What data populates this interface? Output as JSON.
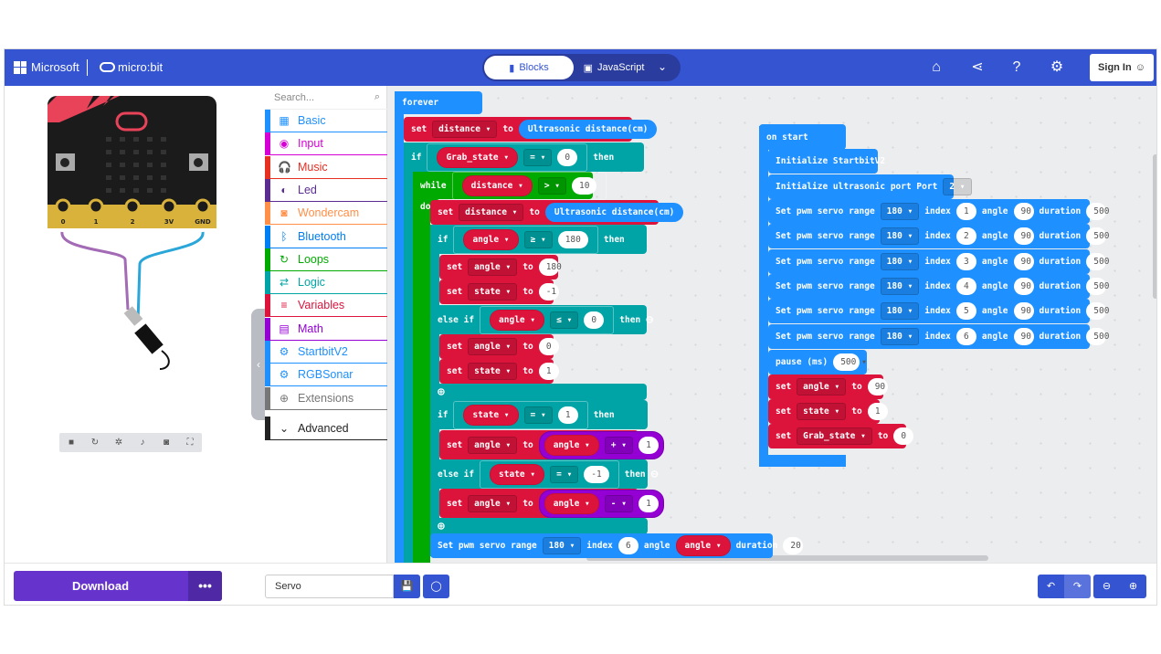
{
  "header": {
    "microsoft": "Microsoft",
    "microbit": "micro:bit",
    "tab_blocks": "Blocks",
    "tab_js": "JavaScript",
    "sign_in": "Sign In"
  },
  "simulator": {
    "pins": [
      "0",
      "1",
      "2",
      "3V",
      "GND"
    ],
    "button_a": "A",
    "button_b": "B"
  },
  "toolbox": {
    "search_placeholder": "Search...",
    "categories": [
      {
        "label": "Basic",
        "color": "#1e90ff",
        "icon": "▦"
      },
      {
        "label": "Input",
        "color": "#d400d4",
        "icon": "◉"
      },
      {
        "label": "Music",
        "color": "#e63022",
        "icon": "🎧"
      },
      {
        "label": "Led",
        "color": "#5c2d91",
        "icon": "◐"
      },
      {
        "label": "Wondercam",
        "color": "#ff8f49",
        "icon": "◙"
      },
      {
        "label": "Bluetooth",
        "color": "#007ef4",
        "icon": "ᛒ"
      },
      {
        "label": "Loops",
        "color": "#00aa00",
        "icon": "↻"
      },
      {
        "label": "Logic",
        "color": "#00a4a6",
        "icon": "⇄"
      },
      {
        "label": "Variables",
        "color": "#dc143c",
        "icon": "≡"
      },
      {
        "label": "Math",
        "color": "#9400d3",
        "icon": "▤"
      },
      {
        "label": "StartbitV2",
        "color": "#1e90ff",
        "icon": "⚙"
      },
      {
        "label": "RGBSonar",
        "color": "#1e90ff",
        "icon": "⚙"
      },
      {
        "label": "Extensions",
        "color": "#777777",
        "icon": "⊕"
      }
    ],
    "advanced": "Advanced"
  },
  "blocks": [
    [
      {
        "k": "forever"
      }
    ],
    [
      {
        "k": "set"
      },
      {
        "d": "distance"
      },
      {
        "k": "to"
      },
      {
        "r": "Ultrasonic distance(cm)"
      }
    ],
    [
      {
        "k": "if"
      },
      {
        "c": [
          {
            "v": "Grab_state"
          },
          {
            "o": "="
          },
          {
            "n": "0"
          }
        ]
      },
      {
        "k": "then"
      }
    ],
    [
      {
        "k": "while"
      },
      {
        "c": [
          {
            "v": "distance"
          },
          {
            "o": ">"
          },
          {
            "n": "10"
          }
        ]
      }
    ],
    [
      {
        "k": "do"
      }
    ],
    [
      {
        "k": "set"
      },
      {
        "d": "distance"
      },
      {
        "k": "to"
      },
      {
        "r": "Ultrasonic distance(cm)"
      }
    ],
    [
      {
        "k": "if"
      },
      {
        "c": [
          {
            "v": "angle"
          },
          {
            "o": "≥"
          },
          {
            "n": "180"
          }
        ]
      },
      {
        "k": "then"
      }
    ],
    [
      {
        "k": "set"
      },
      {
        "d": "angle"
      },
      {
        "k": "to"
      },
      {
        "n": "180"
      }
    ],
    [
      {
        "k": "set"
      },
      {
        "d": "state"
      },
      {
        "k": "to"
      },
      {
        "n": "-1"
      }
    ],
    [
      {
        "k": "else if"
      },
      {
        "c": [
          {
            "v": "angle"
          },
          {
            "o": "≤"
          },
          {
            "n": "0"
          }
        ]
      },
      {
        "k": "then"
      },
      {
        "p": "⊖"
      }
    ],
    [
      {
        "k": "set"
      },
      {
        "d": "angle"
      },
      {
        "k": "to"
      },
      {
        "n": "0"
      }
    ],
    [
      {
        "k": "set"
      },
      {
        "d": "state"
      },
      {
        "k": "to"
      },
      {
        "n": "1"
      }
    ],
    [
      {
        "p": "⊕"
      }
    ],
    [
      {
        "k": "if"
      },
      {
        "c": [
          {
            "v": "state"
          },
          {
            "o": "="
          },
          {
            "n": "1"
          }
        ]
      },
      {
        "k": "then"
      }
    ],
    [
      {
        "k": "set"
      },
      {
        "d": "angle"
      },
      {
        "k": "to"
      },
      {
        "m": [
          {
            "v": "angle"
          },
          {
            "o": "+"
          },
          {
            "n": "1"
          }
        ]
      }
    ],
    [
      {
        "k": "else if"
      },
      {
        "c": [
          {
            "v": "state"
          },
          {
            "o": "="
          },
          {
            "n": "-1"
          }
        ]
      },
      {
        "k": "then"
      },
      {
        "p": "⊖"
      }
    ],
    [
      {
        "k": "set"
      },
      {
        "d": "angle"
      },
      {
        "k": "to"
      },
      {
        "m": [
          {
            "v": "angle"
          },
          {
            "o": "-"
          },
          {
            "n": "1"
          }
        ]
      }
    ],
    [
      {
        "p": "⊕"
      }
    ],
    [
      {
        "k": "Set pwm servo range"
      },
      {
        "d": "180"
      },
      {
        "k": "index"
      },
      {
        "n": "6"
      },
      {
        "k": "angle"
      },
      {
        "v": "angle"
      },
      {
        "k": "duration"
      },
      {
        "n": "20"
      }
    ],
    [
      {
        "k": "on start"
      }
    ],
    [
      {
        "k": "Initialize StartbitV2"
      }
    ],
    [
      {
        "k": "Initialize ultrasonic port Port"
      },
      {
        "d": "2"
      }
    ],
    [
      {
        "k": "Set pwm servo range"
      },
      {
        "d": "180"
      },
      {
        "k": "index"
      },
      {
        "n": "1"
      },
      {
        "k": "angle"
      },
      {
        "n": "90"
      },
      {
        "k": "duration"
      },
      {
        "n": "500"
      }
    ],
    [
      {
        "k": "Set pwm servo range"
      },
      {
        "d": "180"
      },
      {
        "k": "index"
      },
      {
        "n": "2"
      },
      {
        "k": "angle"
      },
      {
        "n": "90"
      },
      {
        "k": "duration"
      },
      {
        "n": "500"
      }
    ],
    [
      {
        "k": "Set pwm servo range"
      },
      {
        "d": "180"
      },
      {
        "k": "index"
      },
      {
        "n": "3"
      },
      {
        "k": "angle"
      },
      {
        "n": "90"
      },
      {
        "k": "duration"
      },
      {
        "n": "500"
      }
    ],
    [
      {
        "k": "Set pwm servo range"
      },
      {
        "d": "180"
      },
      {
        "k": "index"
      },
      {
        "n": "4"
      },
      {
        "k": "angle"
      },
      {
        "n": "90"
      },
      {
        "k": "duration"
      },
      {
        "n": "500"
      }
    ],
    [
      {
        "k": "Set pwm servo range"
      },
      {
        "d": "180"
      },
      {
        "k": "index"
      },
      {
        "n": "5"
      },
      {
        "k": "angle"
      },
      {
        "n": "90"
      },
      {
        "k": "duration"
      },
      {
        "n": "500"
      }
    ],
    [
      {
        "k": "Set pwm servo range"
      },
      {
        "d": "180"
      },
      {
        "k": "index"
      },
      {
        "n": "6"
      },
      {
        "k": "angle"
      },
      {
        "n": "90"
      },
      {
        "k": "duration"
      },
      {
        "n": "500"
      }
    ],
    [
      {
        "k": "pause (ms)"
      },
      {
        "nd": "500"
      }
    ],
    [
      {
        "k": "set"
      },
      {
        "d": "angle"
      },
      {
        "k": "to"
      },
      {
        "n": "90"
      }
    ],
    [
      {
        "k": "set"
      },
      {
        "d": "state"
      },
      {
        "k": "to"
      },
      {
        "n": "1"
      }
    ],
    [
      {
        "k": "set"
      },
      {
        "d": "Grab_state"
      },
      {
        "k": "to"
      },
      {
        "n": "0"
      }
    ]
  ],
  "footer": {
    "download": "Download",
    "more": "•••",
    "project_name": "Servo"
  }
}
